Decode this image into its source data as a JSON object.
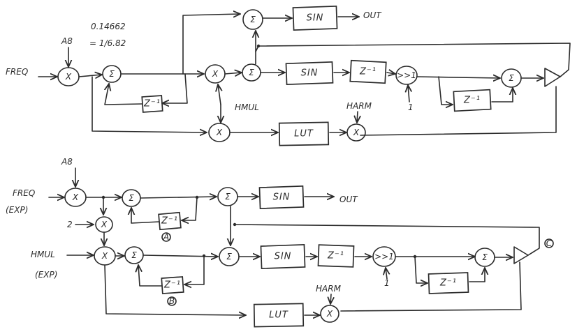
{
  "top": {
    "input_label": "FREQ",
    "gain_label": "A8",
    "note_line1": "0.14662",
    "note_line2": "= 1/6.82",
    "out_label": "OUT",
    "harm_label": "HARM",
    "hmul_label": "HMUL",
    "sin_label": "SIN",
    "lut_label": "LUT",
    "delay_label": "Z⁻¹",
    "shift_label": ">>1",
    "one_label": "1",
    "sum_sym": "Σ",
    "mul_sym": "X"
  },
  "bottom": {
    "input_label": "FREQ",
    "input_sub": "(EXP)",
    "gain_label": "A8",
    "two_label": "2",
    "hmul_label": "HMUL",
    "hmul_sub": "(EXP)",
    "out_label": "OUT",
    "harm_label": "HARM",
    "sin_label": "SIN",
    "lut_label": "LUT",
    "delay_label": "Z⁻¹",
    "shift_label": ">>1",
    "one_label": "1",
    "sum_sym": "Σ",
    "mul_sym": "X",
    "mark_a": "A",
    "mark_b": "B",
    "mark_c": "C"
  }
}
